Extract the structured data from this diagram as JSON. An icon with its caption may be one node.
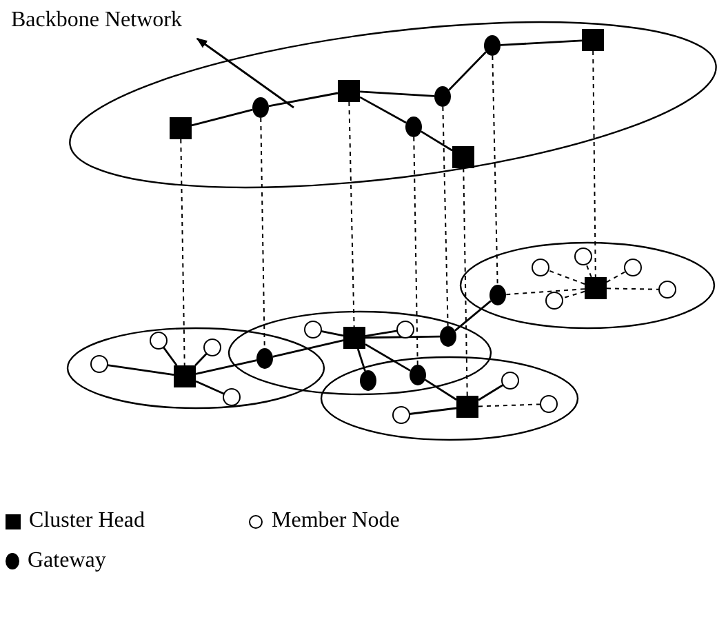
{
  "diagram": {
    "nodes": [
      {
        "text": [
          "Backbone Network"
        ]
      },
      {
        "text": [],
        "shape": "ellipse"
      },
      {
        "text": [],
        "shape": "box",
        "in": 1
      },
      {
        "text": [],
        "shape": "dot",
        "in": 1
      },
      {
        "text": [],
        "shape": "box",
        "in": 1
      },
      {
        "text": [],
        "shape": "dot",
        "in": 1
      },
      {
        "text": [],
        "shape": "dot",
        "in": 1
      },
      {
        "text": [],
        "shape": "box",
        "in": 1
      },
      {
        "text": [],
        "shape": "dot",
        "in": 1
      },
      {
        "text": [],
        "shape": "box",
        "in": 1
      },
      {
        "text": [],
        "shape": "ellipse"
      },
      {
        "text": [],
        "shape": "ellipse"
      },
      {
        "text": [],
        "shape": "ellipse"
      },
      {
        "text": [],
        "shape": "ellipse"
      },
      {
        "text": [],
        "shape": "circle",
        "in": 10
      },
      {
        "text": [],
        "shape": "circle",
        "in": 10
      },
      {
        "text": [],
        "shape": "circle",
        "in": 10
      },
      {
        "text": [],
        "shape": "circle",
        "in": 10
      },
      {
        "text": [],
        "shape": "circle",
        "in": 10
      },
      {
        "text": [],
        "shape": "box",
        "in": 10
      },
      {
        "text": [],
        "shape": "dot",
        "in": 10
      },
      {
        "text": [],
        "shape": "circle",
        "in": 11
      },
      {
        "text": [],
        "shape": "circle",
        "in": 11
      },
      {
        "text": [],
        "shape": "circle",
        "in": 11
      },
      {
        "text": [],
        "shape": "circle",
        "in": 11
      },
      {
        "text": [],
        "shape": "box",
        "in": 11
      },
      {
        "text": [],
        "shape": "dot"
      },
      {
        "text": [],
        "shape": "circle",
        "in": 12
      },
      {
        "text": [],
        "shape": "box",
        "in": 12
      },
      {
        "text": [],
        "shape": "circle",
        "in": 12
      },
      {
        "text": [],
        "shape": "dot",
        "in": 12
      },
      {
        "text": [],
        "shape": "dot"
      },
      {
        "text": [],
        "shape": "dot"
      },
      {
        "text": [],
        "shape": "circle",
        "in": 13
      },
      {
        "text": [],
        "shape": "circle",
        "in": 13
      },
      {
        "text": [],
        "shape": "box",
        "in": 13
      },
      {
        "text": [],
        "shape": "circle",
        "in": 13
      }
    ],
    "edges": [
      {
        "from": null,
        "to": 0,
        "arrow": "to"
      },
      {
        "from": 2,
        "to": 3,
        "arrow": "none"
      },
      {
        "from": 3,
        "to": 4,
        "arrow": "none"
      },
      {
        "from": 4,
        "to": 5,
        "arrow": "none"
      },
      {
        "from": 5,
        "to": 6,
        "arrow": "none"
      },
      {
        "from": 6,
        "to": 7,
        "arrow": "none"
      },
      {
        "from": 4,
        "to": 8,
        "arrow": "none"
      },
      {
        "from": 8,
        "to": 9,
        "arrow": "none"
      },
      {
        "from": 2,
        "to": 25,
        "arrow": "none",
        "style": "dashed"
      },
      {
        "from": 3,
        "to": 26,
        "arrow": "none",
        "style": "dashed"
      },
      {
        "from": 4,
        "to": 28,
        "arrow": "none",
        "style": "dashed"
      },
      {
        "from": 5,
        "to": 30,
        "arrow": "none",
        "style": "dashed"
      },
      {
        "from": 6,
        "to": 20,
        "arrow": "none",
        "style": "dashed"
      },
      {
        "from": 7,
        "to": 19,
        "arrow": "none",
        "style": "dashed"
      },
      {
        "from": 8,
        "to": 32,
        "arrow": "none",
        "style": "dashed"
      },
      {
        "from": 9,
        "to": 35,
        "arrow": "none",
        "style": "dashed"
      },
      {
        "from": 19,
        "to": 14,
        "arrow": "none",
        "style": "dashed"
      },
      {
        "from": 19,
        "to": 15,
        "arrow": "none",
        "style": "dashed"
      },
      {
        "from": 19,
        "to": 16,
        "arrow": "none",
        "style": "dashed"
      },
      {
        "from": 19,
        "to": 17,
        "arrow": "none",
        "style": "dashed"
      },
      {
        "from": 19,
        "to": 18,
        "arrow": "none",
        "style": "dashed"
      },
      {
        "from": 19,
        "to": 20,
        "arrow": "none",
        "style": "dashed"
      },
      {
        "from": 25,
        "to": 21,
        "arrow": "none"
      },
      {
        "from": 25,
        "to": 22,
        "arrow": "none"
      },
      {
        "from": 25,
        "to": 23,
        "arrow": "none"
      },
      {
        "from": 25,
        "to": 24,
        "arrow": "none"
      },
      {
        "from": 25,
        "to": 26,
        "arrow": "none"
      },
      {
        "from": 26,
        "to": 28,
        "arrow": "none"
      },
      {
        "from": 28,
        "to": 27,
        "arrow": "none"
      },
      {
        "from": 28,
        "to": 29,
        "arrow": "none"
      },
      {
        "from": 28,
        "to": 30,
        "arrow": "none"
      },
      {
        "from": 28,
        "to": 31,
        "arrow": "none"
      },
      {
        "from": 28,
        "to": 32,
        "arrow": "none"
      },
      {
        "from": 32,
        "to": 35,
        "arrow": "none"
      },
      {
        "from": 30,
        "to": 20,
        "arrow": "none"
      },
      {
        "from": 35,
        "to": 33,
        "arrow": "none"
      },
      {
        "from": 35,
        "to": 34,
        "arrow": "none"
      },
      {
        "from": 35,
        "to": 36,
        "arrow": "none",
        "style": "dashed"
      }
    ],
    "legend": [
      {
        "text": "Cluster Head"
      },
      {
        "text": "Member Node"
      },
      {
        "text": "Gateway"
      }
    ]
  }
}
